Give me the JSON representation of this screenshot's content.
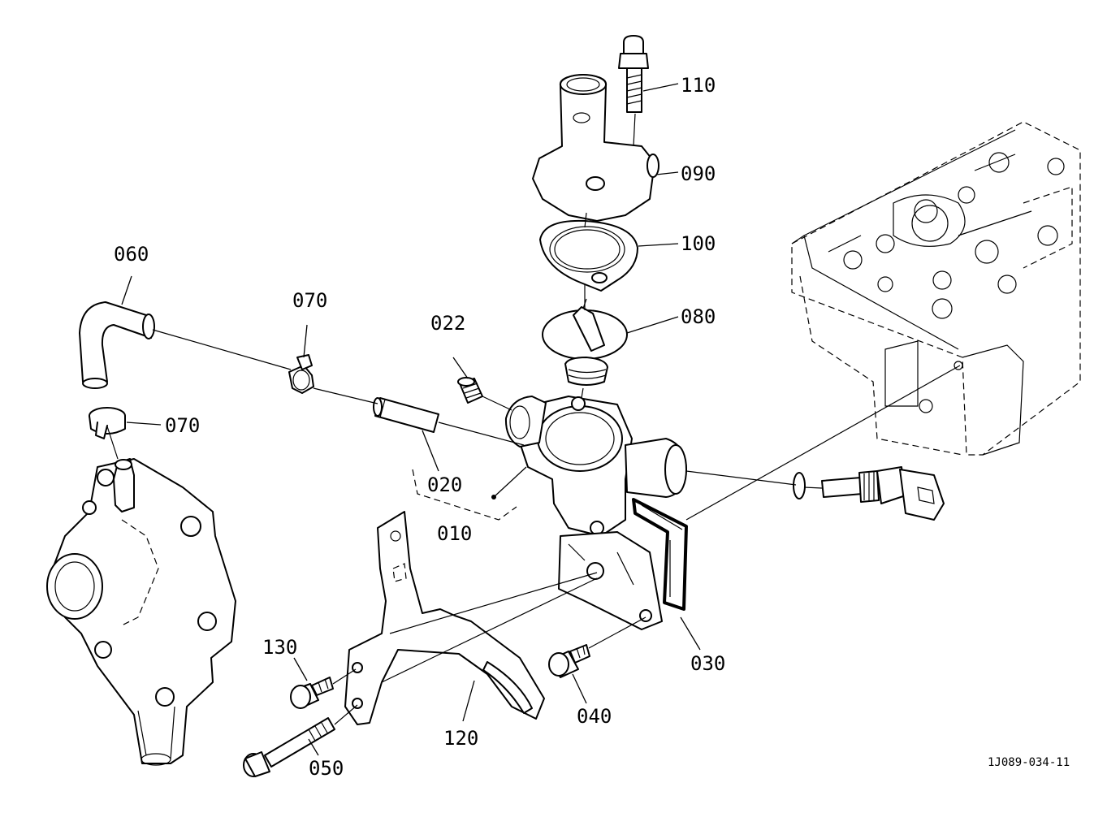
{
  "diagram_id": "1J089-034-11",
  "callouts": {
    "p110": "110",
    "p090": "090",
    "p100": "100",
    "p080": "080",
    "p022": "022",
    "p060": "060",
    "p070a": "070",
    "p070b": "070",
    "p020": "020",
    "p010": "010",
    "p030": "030",
    "p130": "130",
    "p120": "120",
    "p040": "040",
    "p050": "050"
  }
}
